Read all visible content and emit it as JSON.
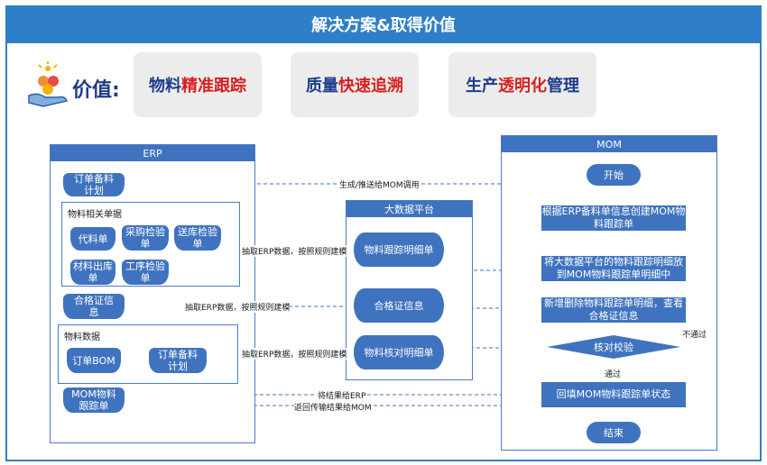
{
  "title": "解决方案&取得价值",
  "value": {
    "label": "价值:",
    "pills": [
      {
        "pre": "物料",
        "accent": "精准跟踪",
        "post": ""
      },
      {
        "pre": "质量",
        "accent": "快速追溯",
        "post": ""
      },
      {
        "pre": "生产",
        "accent": "透明化",
        "post": "管理"
      }
    ]
  },
  "erp": {
    "title": "ERP",
    "order_plan": "订单备料\n计划",
    "material_docs": {
      "label": "物料相关单据",
      "items": [
        "代料单",
        "采购检验单",
        "送库检验单",
        "材料出库单",
        "工序检验单"
      ]
    },
    "certificate": "合格证信\n息",
    "material_data": {
      "label": "物料数据",
      "items": [
        "订单BOM",
        "订单备料\n计划"
      ]
    },
    "mom_tracking": "MOM物料\n跟踪单"
  },
  "bigdata": {
    "title": "大数据平台",
    "items": [
      "物料跟踪明细单",
      "合格证信息",
      "物料核对明细单"
    ]
  },
  "mom": {
    "title": "MOM",
    "start": "开始",
    "step1": "根据ERP备料单信息创建MOM物料跟踪单",
    "step2": "将大数据平台的物料跟踪明细放到MOM物料跟踪单明细中",
    "step3": "新增删除物料跟踪单明细，查看合格证信息",
    "check": "核对校验",
    "fail": "不通过",
    "pass": "通过",
    "step4": "回填MOM物料跟踪单状态",
    "end": "结束"
  },
  "flows": {
    "to_mom": "生成/推送给MOM调用",
    "extract1": "抽取ERP数据，按照规则建模",
    "extract2": "抽取ERP数据，按照规则建模",
    "extract3": "抽取ERP数据，按照规则建模",
    "back1": "将结果给ERP",
    "back2": "返回传输结果给MOM"
  },
  "colors": {
    "accent": "#2f7fc8",
    "node": "#3f73bf",
    "highlight": "#d6211e"
  }
}
